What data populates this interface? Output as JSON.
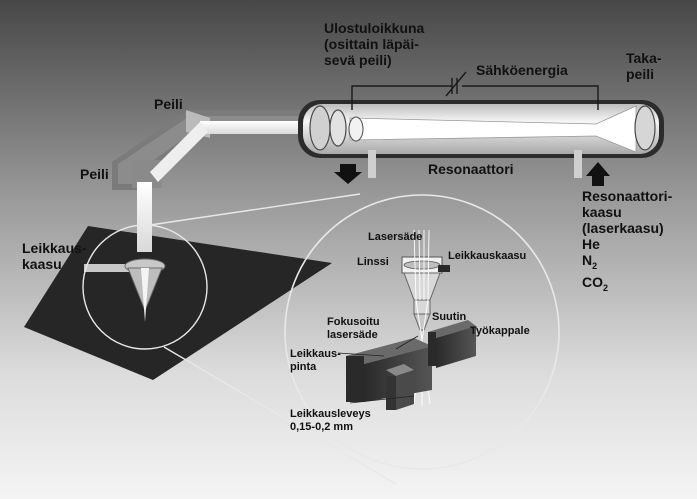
{
  "labels": {
    "output_window": [
      "Ulostuloikkuna",
      "(osittain läpäi-",
      "sevä peili)"
    ],
    "electric_energy": "Sähköenergia",
    "rear_mirror": [
      "Taka-",
      "peili"
    ],
    "mirror_top": "Peili",
    "mirror_left": "Peili",
    "resonator": "Resonaattori",
    "resonator_gas": [
      "Resonaattori-",
      "kaasu",
      "(laserkaasu)",
      "He",
      "N",
      "CO"
    ],
    "resonator_gas_subscripts": [
      "2",
      "2"
    ],
    "cutting_gas_outer": [
      "Leikkaus-",
      "kaasu"
    ],
    "laser_beam": "Lasersäde",
    "lens": "Linssi",
    "cutting_gas_inner": "Leikkauskaasu",
    "nozzle": "Suutin",
    "focused_beam": [
      "Fokusoitu",
      "lasersäde"
    ],
    "workpiece": "Työkappale",
    "cut_surface": [
      "Leikkaus-",
      "pinta"
    ],
    "kerf_width": [
      "Leikkausleveys",
      "0,15-0,2 mm"
    ]
  },
  "colors": {
    "bg_dark": "#4a4a4a",
    "bg_light": "#f4f4f4",
    "sheet": "#262626",
    "tube": "#e6e6e6"
  }
}
